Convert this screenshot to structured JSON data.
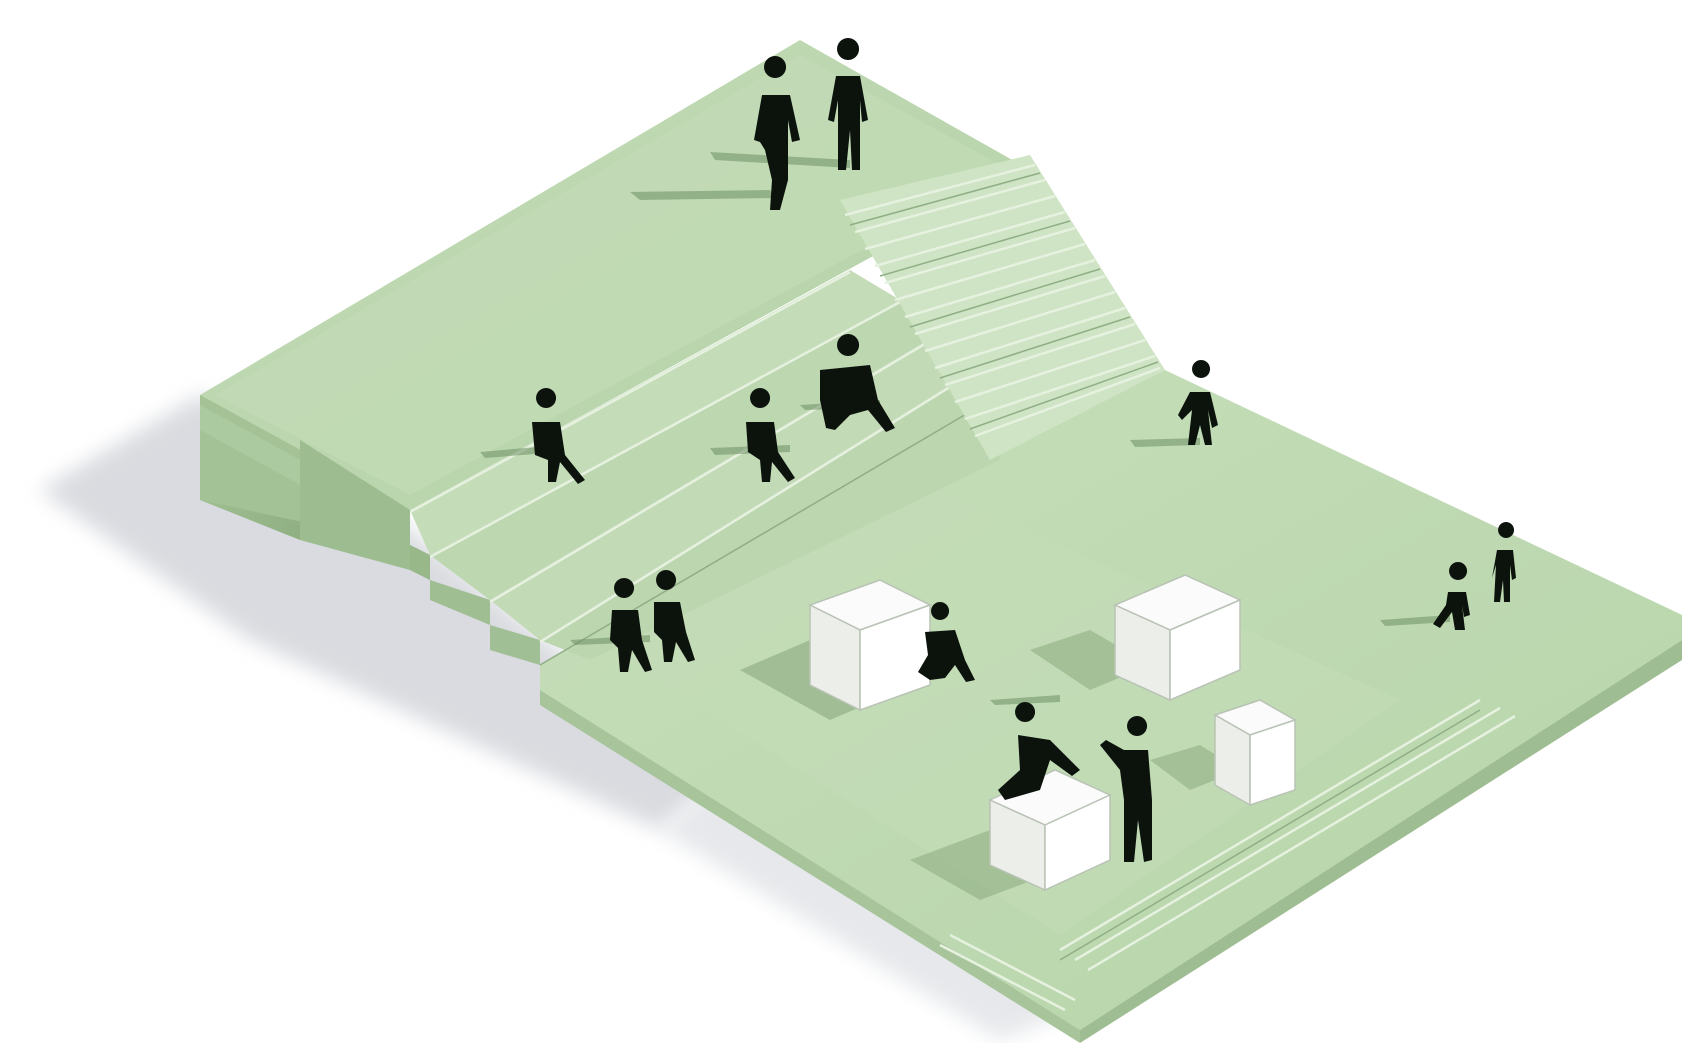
{
  "diagram": {
    "colors": {
      "background": "#ffffff",
      "platform_top": "#bcd6b0",
      "platform_light": "#cde3c2",
      "platform_side": "#9fbd92",
      "stair_tread": "#d6e8cc",
      "ground_shadow": "#d8dade",
      "block": "#ffffff",
      "figure": "#0c130d"
    },
    "figures": [
      "standing-figure",
      "standing-figure",
      "seated-figure",
      "seated-figure",
      "seated-figure",
      "seated-figure",
      "seated-figure",
      "walking-figure",
      "walking-figure",
      "standing-figure",
      "crouching-figure",
      "standing-figure",
      "leaning-figure"
    ],
    "blocks": [
      "cube-block",
      "cube-block",
      "cube-block",
      "cube-block"
    ]
  }
}
